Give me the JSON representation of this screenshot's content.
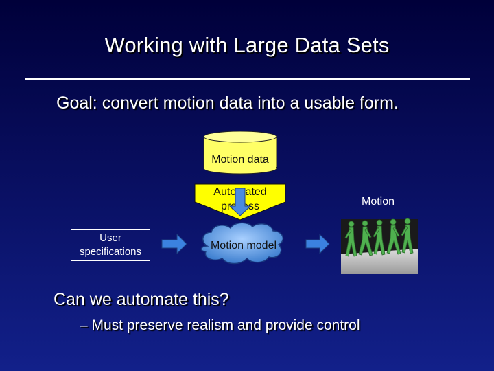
{
  "slide": {
    "title": "Working with Large Data Sets",
    "goal": "Goal: convert motion data into a usable form.",
    "question": "Can we automate this?",
    "bullet": "– Must preserve realism and provide control"
  },
  "diagram": {
    "motion_data_label": "Motion data",
    "automated_process_label": "Automated process",
    "automated_process_line1": "Automated",
    "automated_process_line2": "process",
    "motion_model_label": "Motion model",
    "user_specifications_line1": "User",
    "user_specifications_line2": "specifications",
    "motion_output_label": "Motion"
  },
  "colors": {
    "cylinder_fill": "#ffff66",
    "funnel_fill": "#ffff00",
    "cloud_fill": "#6aa8e8",
    "arrow_fill": "#3b82e0",
    "figure_fill": "#4fb04f"
  }
}
